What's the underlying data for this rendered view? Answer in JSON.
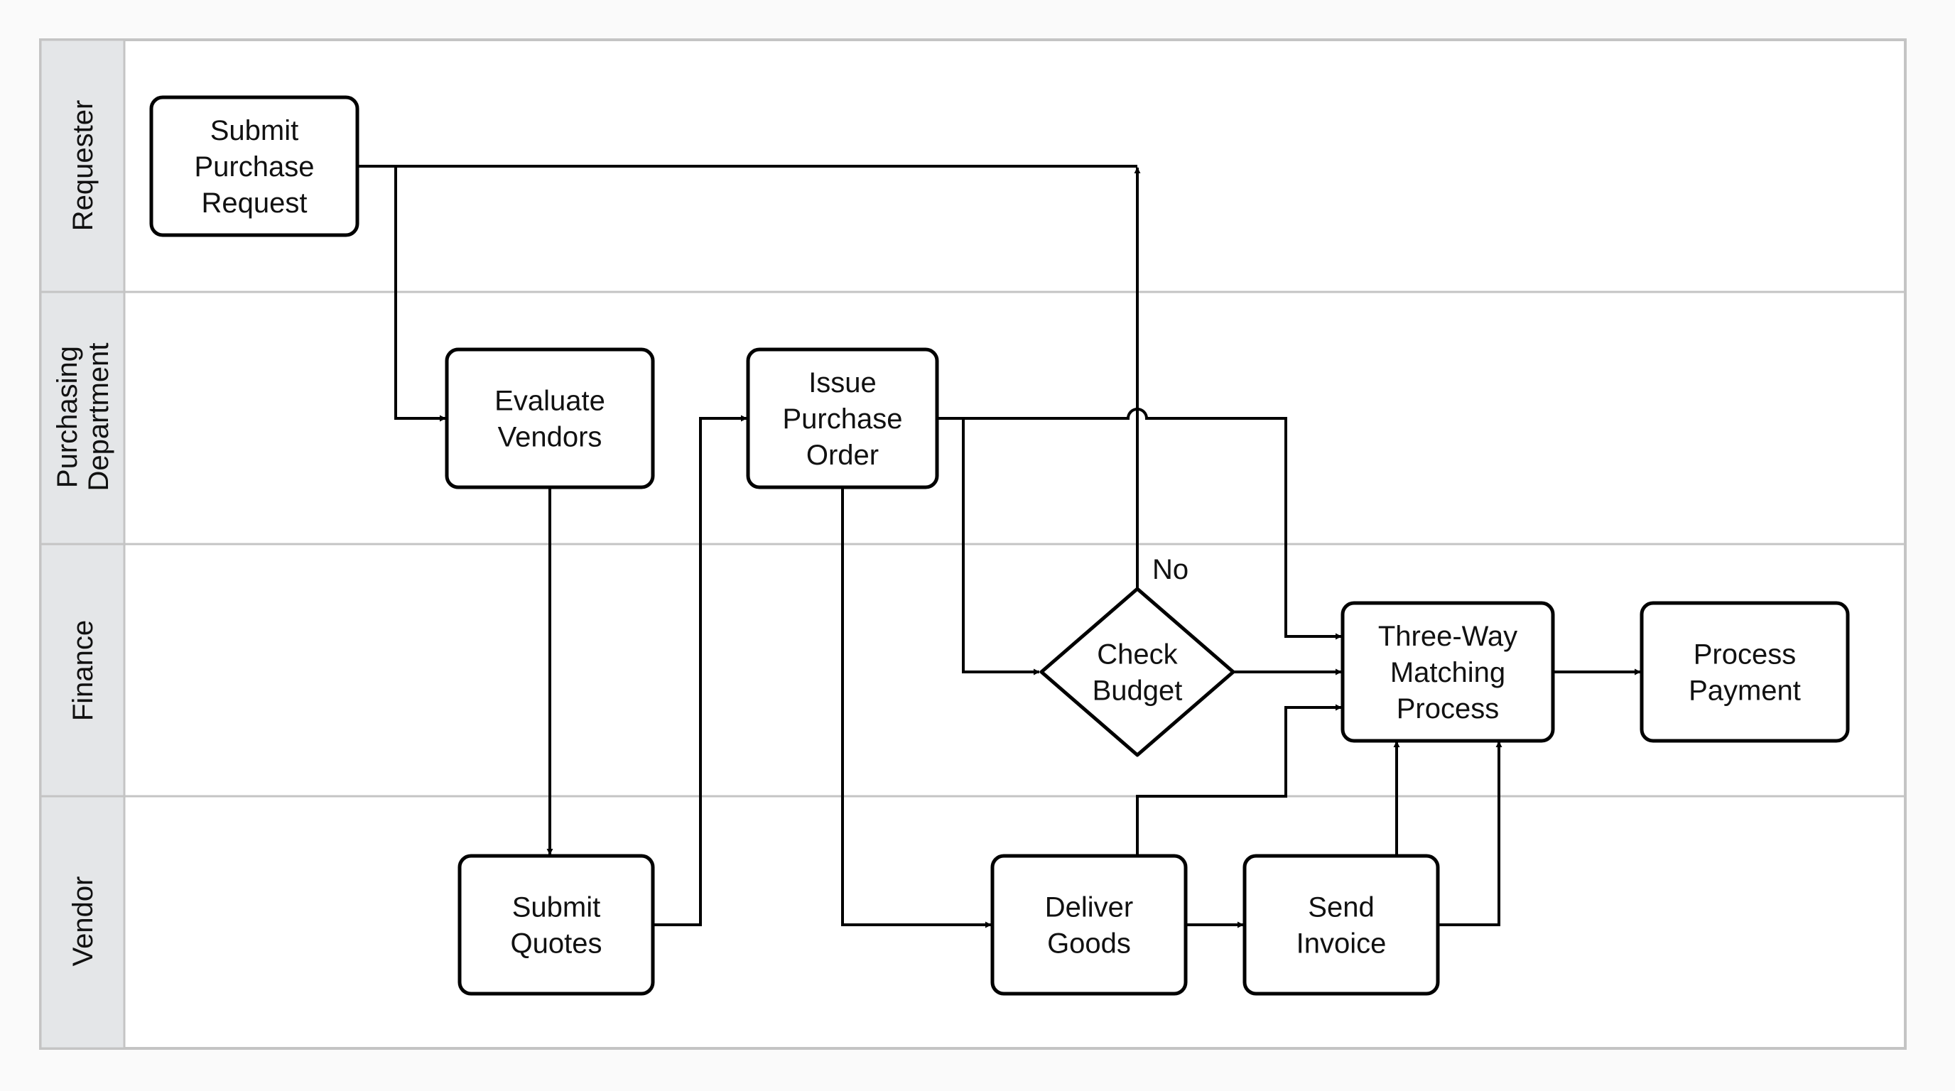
{
  "colors": {
    "page_background": "#fafafa",
    "lane_background": "#ffffff",
    "lane_header": "#e4e6e8",
    "lane_border": "#c4c4c4",
    "line": "#000000",
    "text": "#111111"
  },
  "lanes": [
    {
      "id": "requester",
      "label": [
        "Requester"
      ]
    },
    {
      "id": "purchasing",
      "label": [
        "Purchasing",
        "Department"
      ]
    },
    {
      "id": "finance",
      "label": [
        "Finance"
      ]
    },
    {
      "id": "vendor",
      "label": [
        "Vendor"
      ]
    }
  ],
  "nodes": [
    {
      "id": "submit-purchase-request",
      "shape": "process",
      "lane": "requester",
      "lines": [
        "Submit",
        "Purchase",
        "Request"
      ]
    },
    {
      "id": "evaluate-vendors",
      "shape": "process",
      "lane": "purchasing",
      "lines": [
        "Evaluate",
        "Vendors"
      ]
    },
    {
      "id": "issue-purchase-order",
      "shape": "process",
      "lane": "purchasing",
      "lines": [
        "Issue",
        "Purchase",
        "Order"
      ]
    },
    {
      "id": "check-budget",
      "shape": "decision",
      "lane": "finance",
      "lines": [
        "Check",
        "Budget"
      ]
    },
    {
      "id": "three-way-matching-process",
      "shape": "process",
      "lane": "finance",
      "lines": [
        "Three-Way",
        "Matching",
        "Process"
      ]
    },
    {
      "id": "process-payment",
      "shape": "process",
      "lane": "finance",
      "lines": [
        "Process",
        "Payment"
      ]
    },
    {
      "id": "submit-quotes",
      "shape": "process",
      "lane": "vendor",
      "lines": [
        "Submit",
        "Quotes"
      ]
    },
    {
      "id": "deliver-goods",
      "shape": "process",
      "lane": "vendor",
      "lines": [
        "Deliver",
        "Goods"
      ]
    },
    {
      "id": "send-invoice",
      "shape": "process",
      "lane": "vendor",
      "lines": [
        "Send",
        "Invoice"
      ]
    }
  ],
  "edges": [
    {
      "id": "request-to-evaluate",
      "from": "submit-purchase-request",
      "to": "evaluate-vendors"
    },
    {
      "id": "evaluate-to-quotes",
      "from": "evaluate-vendors",
      "to": "submit-quotes"
    },
    {
      "id": "quotes-to-issue",
      "from": "submit-quotes",
      "to": "issue-purchase-order"
    },
    {
      "id": "issue-to-check",
      "from": "issue-purchase-order",
      "to": "check-budget"
    },
    {
      "id": "issue-to-matching",
      "from": "issue-purchase-order",
      "to": "three-way-matching-process"
    },
    {
      "id": "issue-to-deliver",
      "from": "issue-purchase-order",
      "to": "deliver-goods"
    },
    {
      "id": "check-no-to-request",
      "from": "check-budget",
      "to": "submit-purchase-request",
      "label": "No"
    },
    {
      "id": "check-to-matching",
      "from": "check-budget",
      "to": "three-way-matching-process"
    },
    {
      "id": "deliver-to-matching",
      "from": "deliver-goods",
      "to": "three-way-matching-process"
    },
    {
      "id": "deliver-to-invoice",
      "from": "deliver-goods",
      "to": "send-invoice"
    },
    {
      "id": "invoice-to-matching-1",
      "from": "send-invoice",
      "to": "three-way-matching-process"
    },
    {
      "id": "invoice-to-matching-2",
      "from": "send-invoice",
      "to": "three-way-matching-process"
    },
    {
      "id": "matching-to-payment",
      "from": "three-way-matching-process",
      "to": "process-payment"
    }
  ]
}
